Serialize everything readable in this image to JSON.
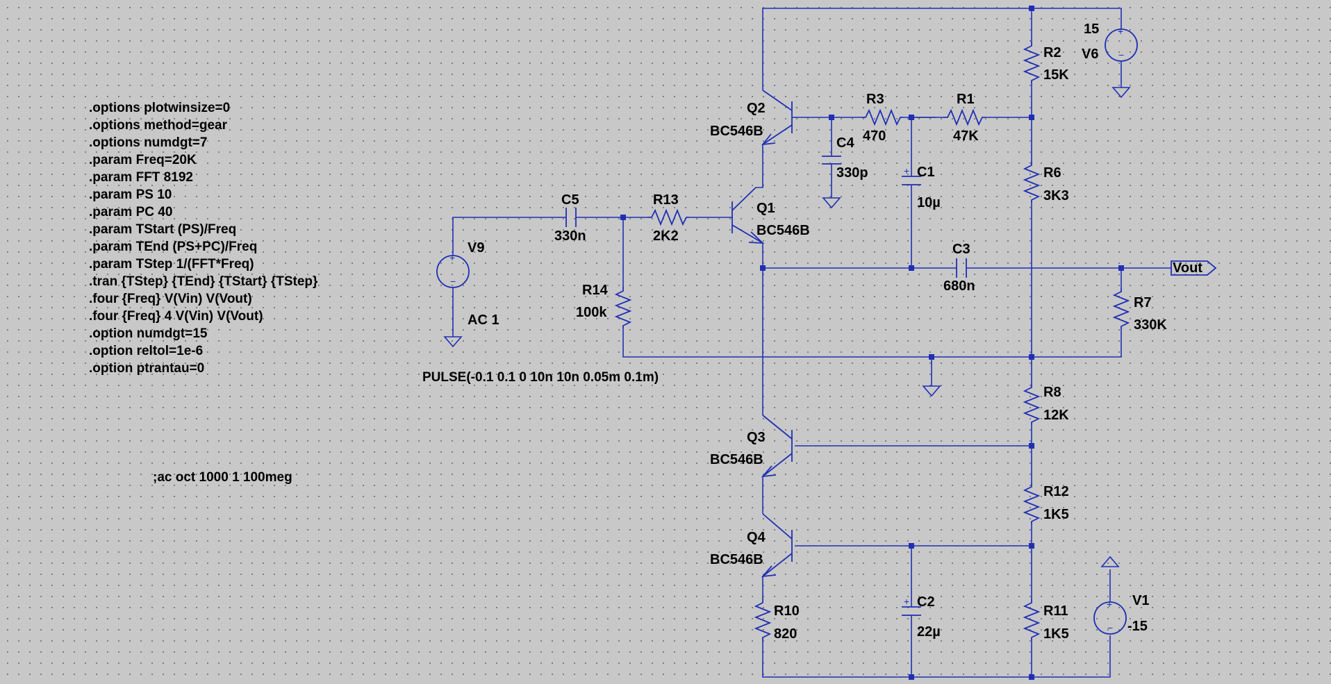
{
  "directives": [
    ".options plotwinsize=0",
    ".options method=gear",
    ".options numdgt=7",
    ".param Freq=20K",
    ".param FFT 8192",
    ".param PS 10",
    ".param PC 40",
    ".param TStart (PS)/Freq",
    ".param TEnd (PS+PC)/Freq",
    ".param TStep 1/(FFT*Freq)",
    ".tran {TStep} {TEnd} {TStart} {TStep}",
    ".four {Freq} V(Vin) V(Vout)",
    ".four {Freq} 4 V(Vin) V(Vout)",
    ".option numdgt=15",
    ".option reltol=1e-6",
    ".option ptrantau=0"
  ],
  "ac_comment": ";ac oct 1000 1 100meg",
  "pulse_text": "PULSE(-0.1 0.1 0 10n 10n 0.05m 0.1m)",
  "components": {
    "R1": {
      "name": "R1",
      "value": "47K"
    },
    "R2": {
      "name": "R2",
      "value": "15K"
    },
    "R3": {
      "name": "R3",
      "value": "470"
    },
    "R6": {
      "name": "R6",
      "value": "3K3"
    },
    "R7": {
      "name": "R7",
      "value": "330K"
    },
    "R8": {
      "name": "R8",
      "value": "12K"
    },
    "R10": {
      "name": "R10",
      "value": "820"
    },
    "R11": {
      "name": "R11",
      "value": "1K5"
    },
    "R12": {
      "name": "R12",
      "value": "1K5"
    },
    "R13": {
      "name": "R13",
      "value": "2K2"
    },
    "R14": {
      "name": "R14",
      "value": "100k"
    },
    "C1": {
      "name": "C1",
      "value": "10µ"
    },
    "C2": {
      "name": "C2",
      "value": "22µ"
    },
    "C3": {
      "name": "C3",
      "value": "680n"
    },
    "C4": {
      "name": "C4",
      "value": "330p"
    },
    "C5": {
      "name": "C5",
      "value": "330n"
    },
    "Q1": {
      "name": "Q1",
      "value": "BC546B"
    },
    "Q2": {
      "name": "Q2",
      "value": "BC546B"
    },
    "Q3": {
      "name": "Q3",
      "value": "BC546B"
    },
    "Q4": {
      "name": "Q4",
      "value": "BC546B"
    },
    "V1": {
      "name": "V1",
      "value": "-15"
    },
    "V6": {
      "name": "V6",
      "value": "15"
    },
    "V9": {
      "name": "V9",
      "value": "AC 1"
    }
  },
  "port": {
    "label": "Vout"
  },
  "colors": {
    "wire": "#1f2fb4",
    "background": "#c8c8c8",
    "text": "#000000"
  }
}
